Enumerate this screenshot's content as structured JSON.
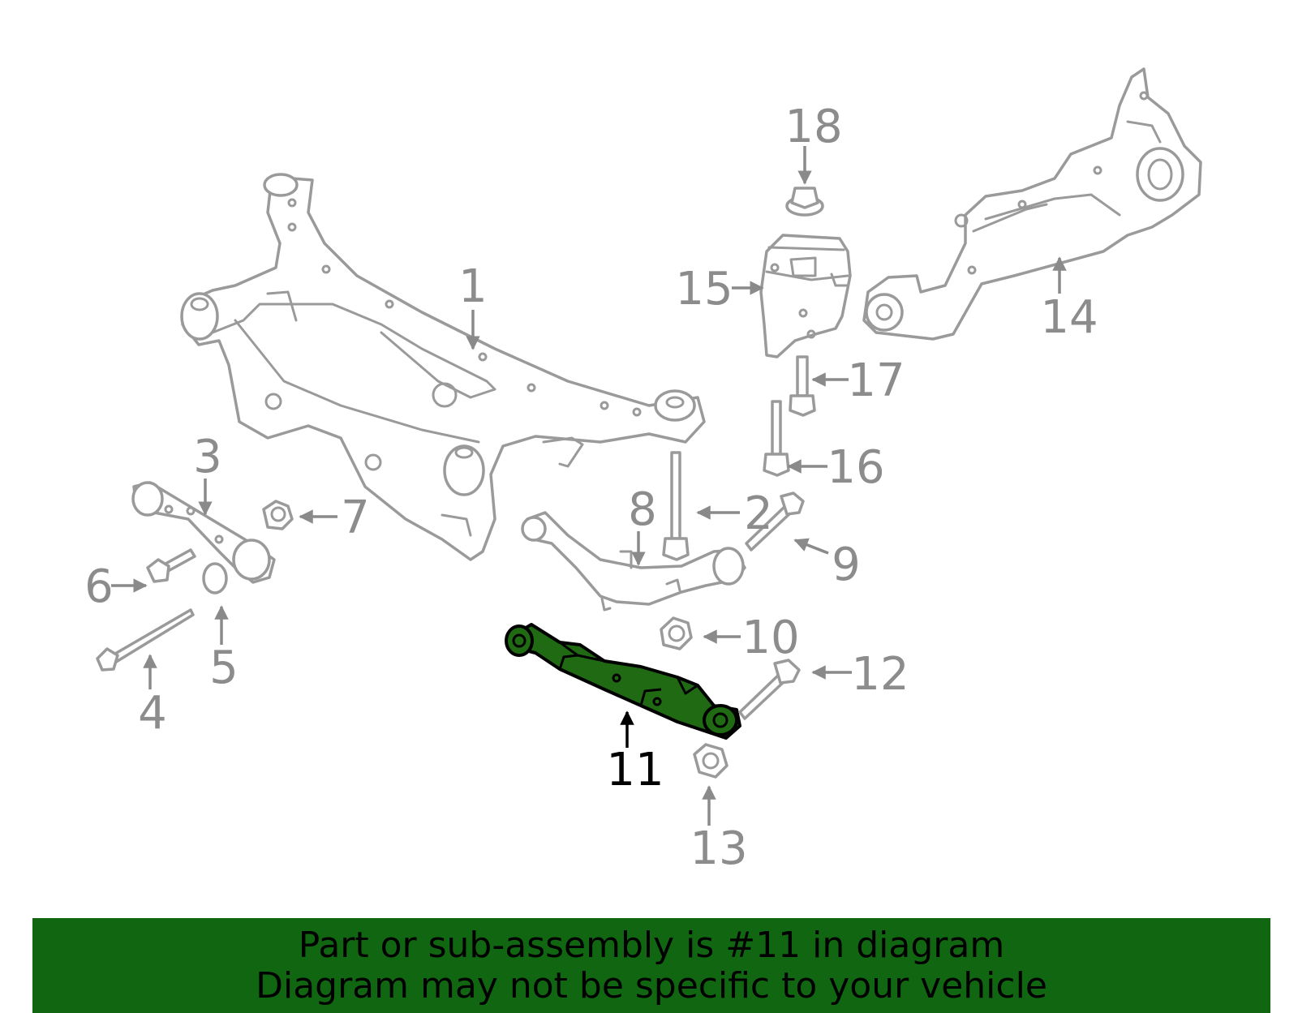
{
  "diagram": {
    "highlight_color": "#1f6a12",
    "part_outline_color": "#9a9a9a",
    "highlighted_part": "11",
    "callouts": [
      "1",
      "2",
      "3",
      "4",
      "5",
      "6",
      "7",
      "8",
      "9",
      "10",
      "11",
      "12",
      "13",
      "14",
      "15",
      "16",
      "17",
      "18"
    ]
  },
  "banner": {
    "background_color": "#116611",
    "line1": "Part or sub-assembly is #11 in diagram",
    "line2": "Diagram may not be specific to your vehicle"
  }
}
